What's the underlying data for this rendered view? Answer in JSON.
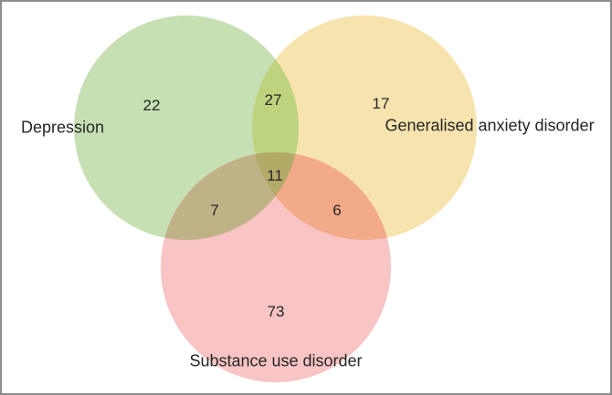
{
  "venn": {
    "type": "venn-3-set",
    "labels": {
      "depression": "Depression",
      "gad": "Generalised anxiety disorder",
      "sud": "Substance use disorder"
    },
    "counts": {
      "depression_only": 22,
      "gad_only": 17,
      "sud_only": 73,
      "depression_gad": 27,
      "depression_sud": 7,
      "gad_sud": 6,
      "all_three": 11
    },
    "colors": {
      "depression": "#c6e0b4",
      "gad": "#f7e3ad",
      "sud": "#f8c4c4",
      "depression_gad": "#bed37e",
      "depression_sud": "#c0b287",
      "gad_sud": "#f3aa88",
      "all_three": "#b4aa68",
      "text": "#262626",
      "frame_border": "#8c8c8c",
      "background": "#ffffff"
    }
  }
}
